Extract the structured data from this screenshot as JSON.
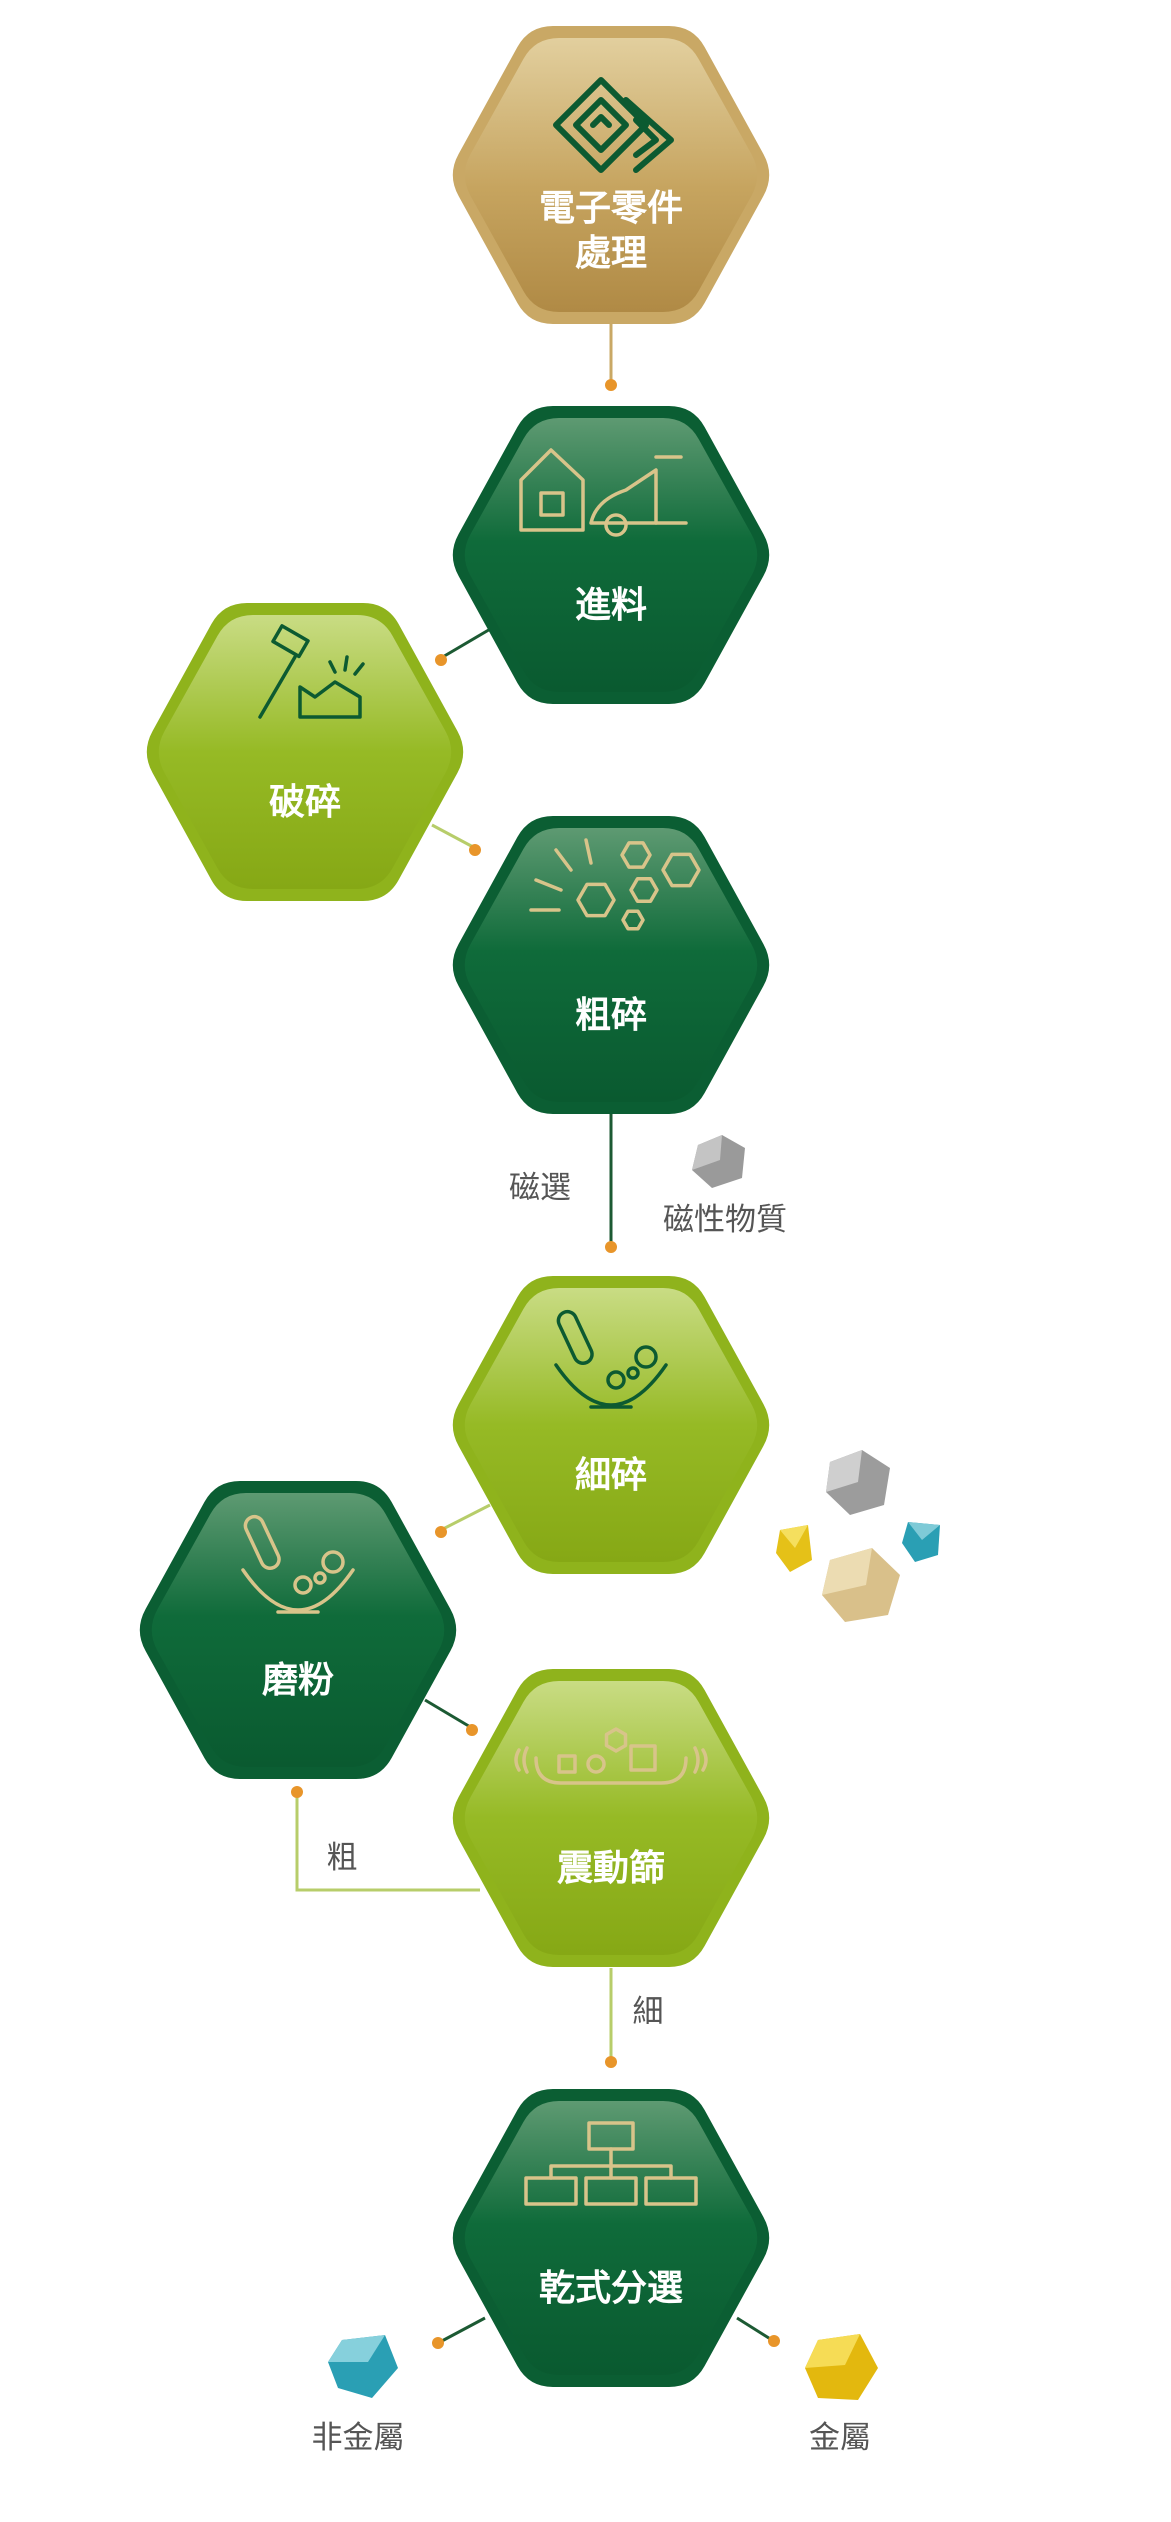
{
  "colors": {
    "gold": "#c9a865",
    "dark_green": "#0b5e33",
    "light_green": "#8fb31c",
    "connector_dark": "#1c5a33",
    "connector_light": "#b7cd6a",
    "dot": "#e8952a",
    "label_text": "#555555"
  },
  "steps": {
    "electronic": {
      "line1": "電子零件",
      "line2": "處理",
      "icon": "maze-icon"
    },
    "feed": {
      "label": "進料",
      "icon": "house-car-icon"
    },
    "crush": {
      "label": "破碎",
      "icon": "hammer-icon"
    },
    "coarse": {
      "label": "粗碎",
      "icon": "hexagon-burst-icon"
    },
    "fine": {
      "label": "細碎",
      "icon": "mortar-icon"
    },
    "grind": {
      "label": "磨粉",
      "icon": "grinder-icon"
    },
    "sieve": {
      "label": "震動篩",
      "icon": "vibrating-screen-icon"
    },
    "sort": {
      "label": "乾式分選",
      "icon": "org-chart-icon"
    }
  },
  "annotations": {
    "magnetic_sep": "磁選",
    "magnetic_material": "磁性物質",
    "coarse_return": "粗",
    "fine_pass": "細",
    "non_metal": "非金屬",
    "metal": "金屬"
  }
}
